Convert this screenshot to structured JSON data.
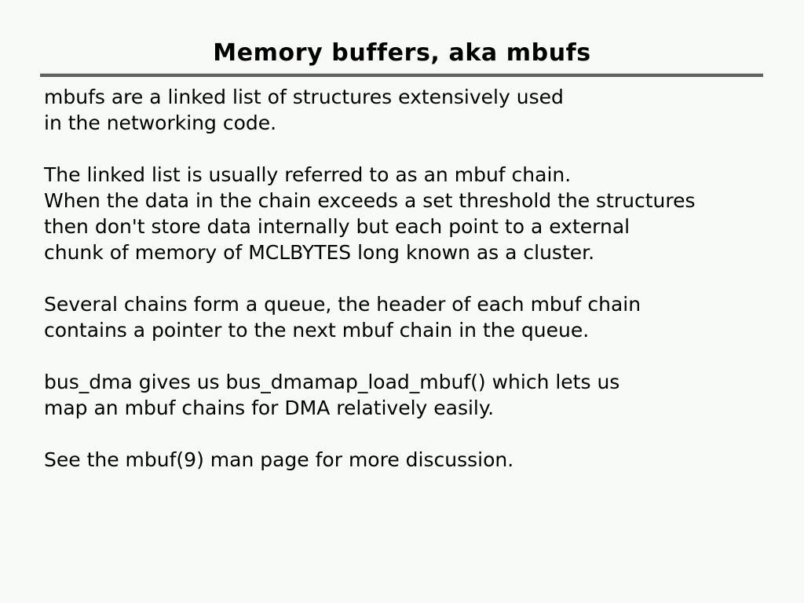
{
  "slide": {
    "title": "Memory buffers, aka mbufs",
    "background_color": "#f7faf6",
    "text_color": "#000000",
    "rule_color": "#5d635d",
    "paragraphs": [
      {
        "lines": [
          "mbufs are a linked list of structures extensively used",
          "in the networking code."
        ]
      },
      {
        "lines": [
          "The linked list is usually referred to as an mbuf chain.",
          "When the data in the chain exceeds a set threshold the structures",
          "then don't store data internally but each point to a external",
          "chunk of memory of MCLBYTES long known as a cluster."
        ]
      },
      {
        "lines": [
          "Several chains form a queue, the header of each mbuf chain",
          "contains a pointer to the next mbuf chain in the queue."
        ]
      },
      {
        "lines": [
          "bus_dma gives us bus_dmamap_load_mbuf() which lets us",
          "map an mbuf chains for DMA relatively easily."
        ]
      },
      {
        "lines": [
          "See the mbuf(9) man page for more discussion."
        ]
      }
    ]
  }
}
